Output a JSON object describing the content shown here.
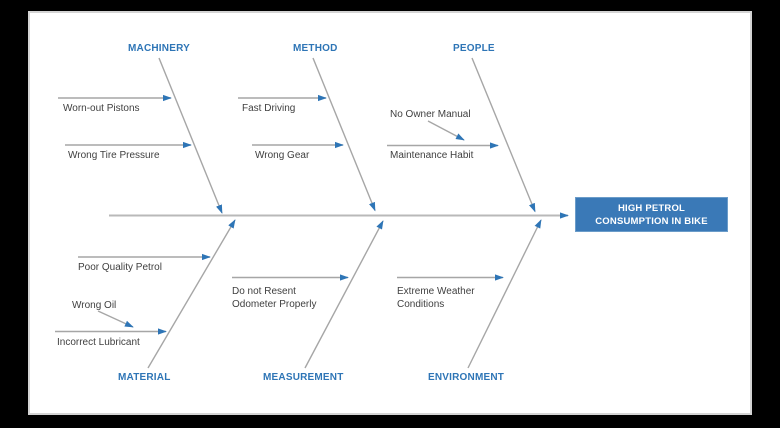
{
  "effect_box": {
    "text": "HIGH PETROL\nCONSUMPTION IN BIKE"
  },
  "categories": {
    "machinery": "MACHINERY",
    "method": "METHOD",
    "people": "PEOPLE",
    "material": "MATERIAL",
    "measurement": "MEASUREMENT",
    "environment": "ENVIRONMENT"
  },
  "causes": {
    "machinery": [
      "Worn-out Pistons",
      "Wrong Tire Pressure"
    ],
    "method": [
      "Fast Driving",
      "Wrong Gear"
    ],
    "people": [
      "No Owner Manual",
      "Maintenance Habit"
    ],
    "material": [
      "Poor Quality Petrol",
      "Wrong Oil",
      "Incorrect Lubricant"
    ],
    "measurement": [
      "Do not Resent\nOdometer Properly"
    ],
    "environment": [
      "Extreme Weather\nConditions"
    ]
  },
  "colors": {
    "accent_blue": "#2E75B6",
    "line_gray": "#A6A6A6",
    "spine_gray": "#B9B9B9",
    "cause_text": "#3F3F3F",
    "effect_fill": "#3A79B7",
    "effect_text": "#FFFFFF",
    "canvas_bg": "#FFFFFF",
    "page_bg": "#000000"
  }
}
